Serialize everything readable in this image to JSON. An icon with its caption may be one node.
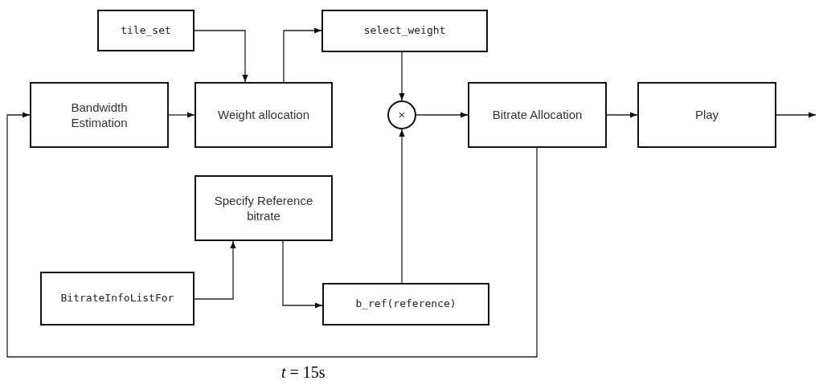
{
  "diagram": {
    "nodes": [
      {
        "text": [
          "tile_set"
        ]
      },
      {
        "text": [
          "select_weight"
        ]
      },
      {
        "text": [
          "Bandwidth Estimation"
        ]
      },
      {
        "text": [
          "Weight allocation"
        ]
      },
      {
        "text": [
          "×"
        ]
      },
      {
        "text": [
          "Bitrate Allocation"
        ]
      },
      {
        "text": [
          "Play"
        ]
      },
      {
        "text": [
          "Specify Reference bitrate"
        ]
      },
      {
        "text": [
          "BitrateInfoListFor"
        ]
      },
      {
        "text": [
          "b_ref(reference)"
        ]
      }
    ],
    "edges": [
      {
        "from": 0,
        "to": 3,
        "arrow": "to"
      },
      {
        "from": 3,
        "to": 1,
        "arrow": "to"
      },
      {
        "from": 2,
        "to": 3,
        "arrow": "to"
      },
      {
        "from": 1,
        "to": 4,
        "arrow": "to"
      },
      {
        "from": 9,
        "to": 4,
        "arrow": "to"
      },
      {
        "from": 4,
        "to": 5,
        "arrow": "to"
      },
      {
        "from": 5,
        "to": 6,
        "arrow": "to"
      },
      {
        "from": 6,
        "to": null,
        "arrow": "to"
      },
      {
        "from": 5,
        "to": 2,
        "arrow": "to"
      },
      {
        "from": 8,
        "to": 7,
        "arrow": "to"
      },
      {
        "from": 7,
        "to": 9,
        "arrow": "to"
      }
    ],
    "labels": [
      "*t* = 15s"
    ]
  }
}
